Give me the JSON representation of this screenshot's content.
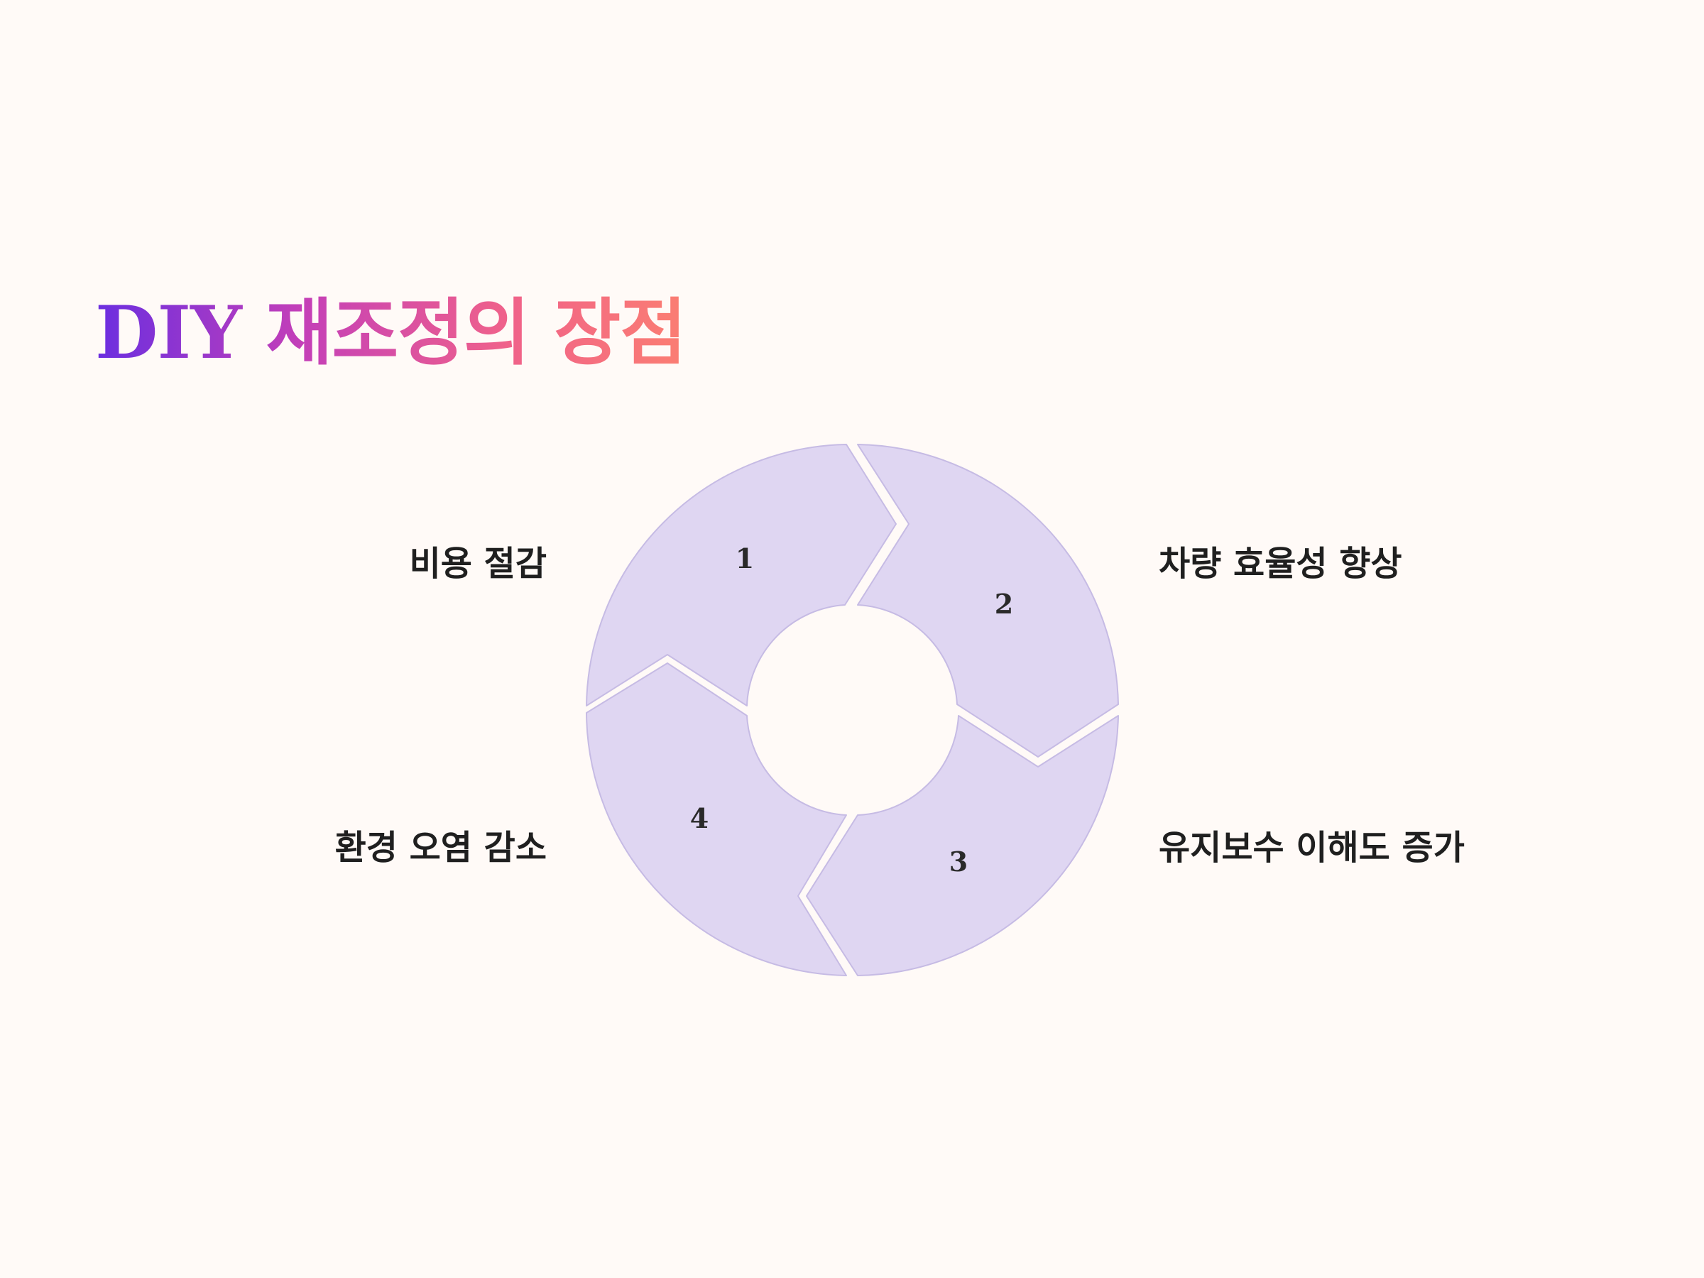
{
  "title": "DIY 재조정의 장점",
  "colors": {
    "background": "#fffaf7",
    "segment_fill": "#dfd6f2",
    "segment_stroke": "#c6bbe4",
    "title_gradient": [
      "#6a2ee0",
      "#c43fb8",
      "#f0628a",
      "#fb7e72"
    ],
    "label_text": "#1f1f1f"
  },
  "cycle": {
    "segments": [
      {
        "number": "1",
        "label": "비용 절감"
      },
      {
        "number": "2",
        "label": "차량 효율성 향상"
      },
      {
        "number": "3",
        "label": "유지보수 이해도 증가"
      },
      {
        "number": "4",
        "label": "환경 오염 감소"
      }
    ]
  }
}
